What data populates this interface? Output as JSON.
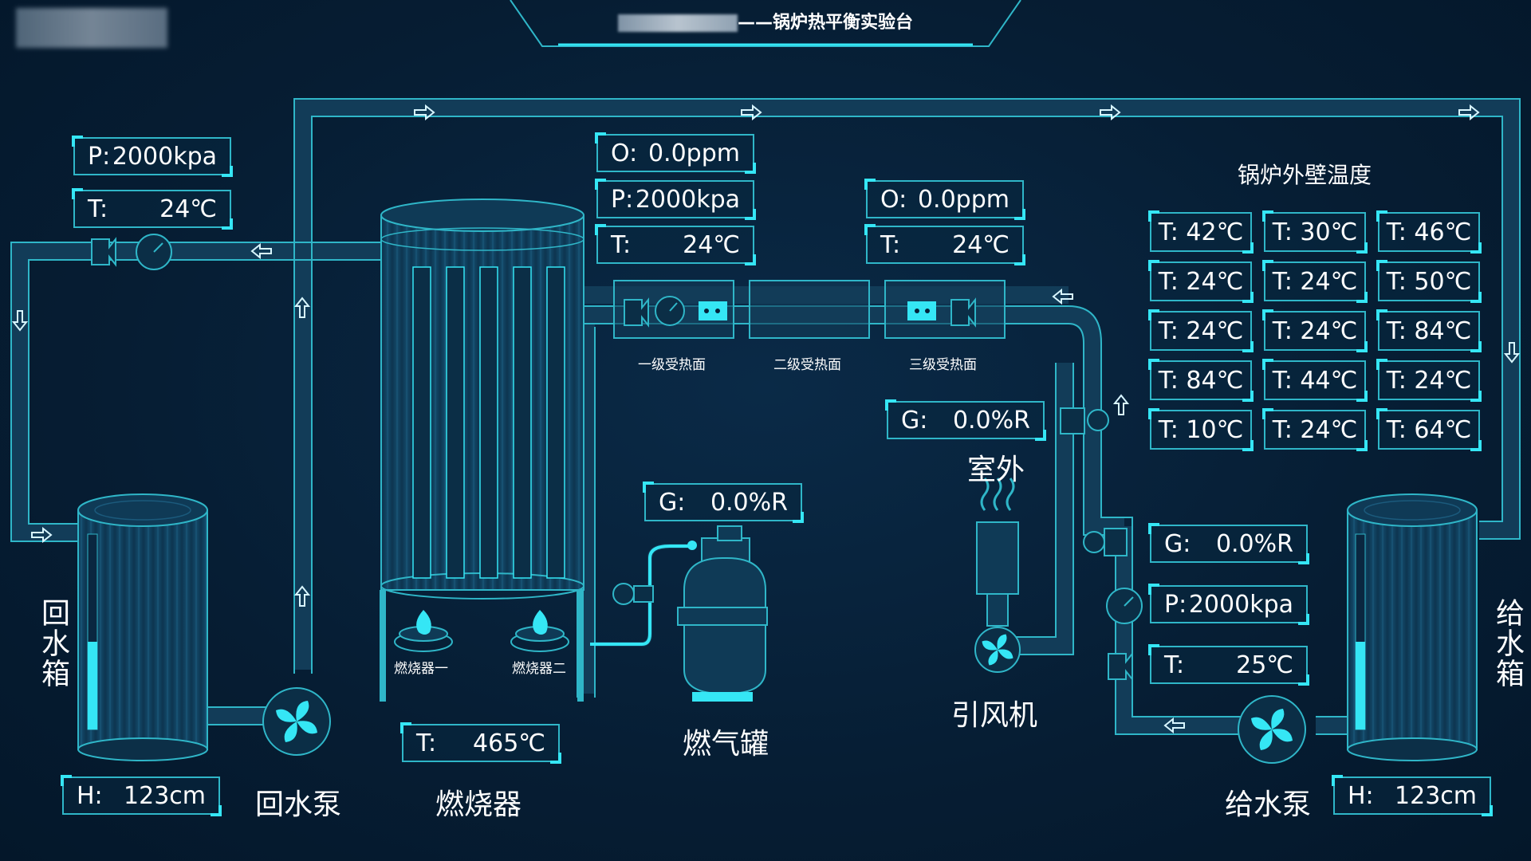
{
  "header": {
    "title_suffix": "——锅炉热平衡实验台"
  },
  "colors": {
    "accent": "#35e6f5",
    "line": "#2fb6c8",
    "pipe": "#123c58",
    "background": "#06213a"
  },
  "return_pipe": {
    "pressure_key": "P:",
    "pressure": "2000kpa",
    "temp_key": "T:",
    "temp": "24℃"
  },
  "stage1": {
    "o2_key": "O:",
    "o2": "0.0ppm",
    "pressure_key": "P:",
    "pressure": "2000kpa",
    "temp_key": "T:",
    "temp": "24℃",
    "label": "一级受热面"
  },
  "stage2": {
    "label": "二级受热面"
  },
  "stage3": {
    "o2_key": "O:",
    "o2": "0.0ppm",
    "temp_key": "T:",
    "temp": "24℃",
    "label": "三级受热面"
  },
  "fan_valve": {
    "key": "G:",
    "value": "0.0%R"
  },
  "outdoor": {
    "label": "室外"
  },
  "fan": {
    "label": "引风机"
  },
  "gas_tank": {
    "valve_key": "G:",
    "valve": "0.0%R",
    "label": "燃气罐"
  },
  "burner": {
    "temp_key": "T:",
    "temp": "465℃",
    "label": "燃烧器",
    "burner1": "燃烧器一",
    "burner2": "燃烧器二"
  },
  "return_tank": {
    "label": "回水箱",
    "level_key": "H:",
    "level": "123cm",
    "fill": 0.45
  },
  "return_pump": {
    "label": "回水泵"
  },
  "supply_tank": {
    "label": "给水箱",
    "level_key": "H:",
    "level": "123cm",
    "fill": 0.45
  },
  "supply_pump": {
    "label": "给水泵"
  },
  "supply_pipe": {
    "valve_key": "G:",
    "valve": "0.0%R",
    "pressure_key": "P:",
    "pressure": "2000kpa",
    "temp_key": "T:",
    "temp": "25℃"
  },
  "wall_temps": {
    "title": "锅炉外壁温度",
    "values": [
      "T: 42℃",
      "T: 30℃",
      "T: 46℃",
      "T: 24℃",
      "T: 24℃",
      "T: 50℃",
      "T: 24℃",
      "T: 24℃",
      "T: 84℃",
      "T: 84℃",
      "T: 44℃",
      "T: 24℃",
      "T: 10℃",
      "T: 24℃",
      "T: 64℃"
    ]
  }
}
